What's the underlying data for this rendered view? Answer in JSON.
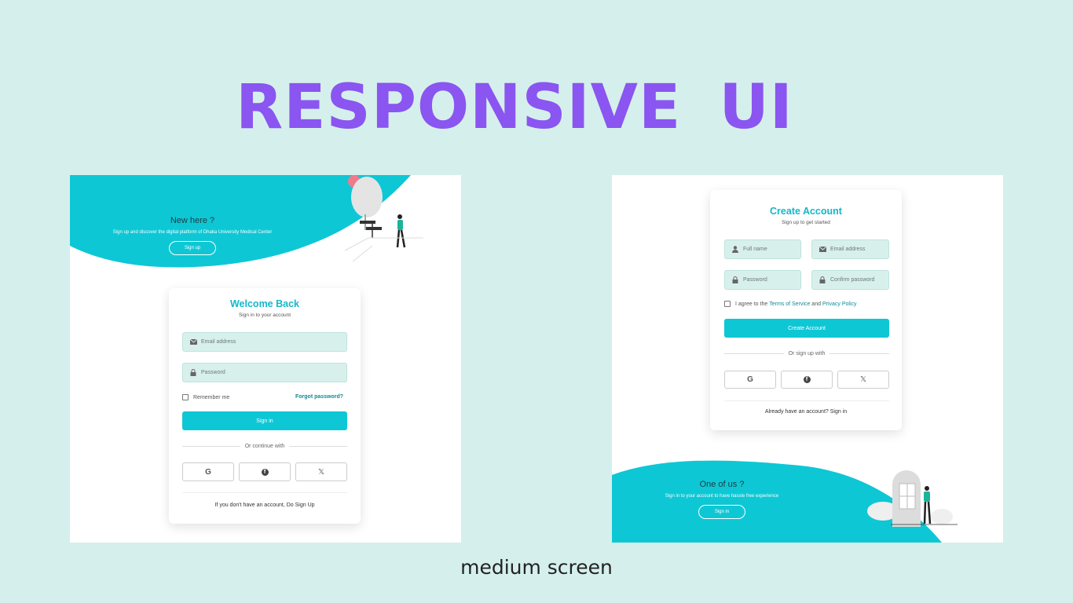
{
  "headline": "RESPONSIVE  UI",
  "caption": "medium screen",
  "left_panel": {
    "hero": {
      "title": "New here ?",
      "subtitle": "Sign up and discover the digital platform of Dhaka University Medical Center",
      "button": "Sign up"
    },
    "card": {
      "title": "Welcome Back",
      "subtitle": "Sign in to your account",
      "email_placeholder": "Email address",
      "password_placeholder": "Password",
      "remember_label": "Remember me",
      "forgot_link": "Forgot password?",
      "submit": "Sign in",
      "divider": "Or continue with",
      "social": [
        "G",
        "f",
        "𝕏"
      ],
      "footer": "If you don't have an account, Do Sign Up"
    }
  },
  "right_panel": {
    "card": {
      "title": "Create Account",
      "subtitle": "Sign up to get started",
      "fullname_placeholder": "Full name",
      "email_placeholder": "Email address",
      "password_placeholder": "Password",
      "confirm_placeholder": "Confirm password",
      "agree_prefix": "I agree to the",
      "terms_link": "Terms of Service",
      "agree_and": "and",
      "privacy_link": "Privacy Policy",
      "submit": "Create Account",
      "divider": "Or sign up with",
      "social": [
        "G",
        "f",
        "𝕏"
      ],
      "footer": "Already have an account? Sign in"
    },
    "hero": {
      "title": "One of us ?",
      "subtitle": "Sign in to your account to have hassle free experience",
      "button": "Sign in"
    }
  },
  "colors": {
    "accent": "#0ec7d5",
    "headline": "#8a55f0",
    "background": "#d5f0ec"
  },
  "icons": [
    "envelope-icon",
    "lock-icon",
    "user-icon",
    "google-icon",
    "facebook-icon",
    "x-icon"
  ]
}
